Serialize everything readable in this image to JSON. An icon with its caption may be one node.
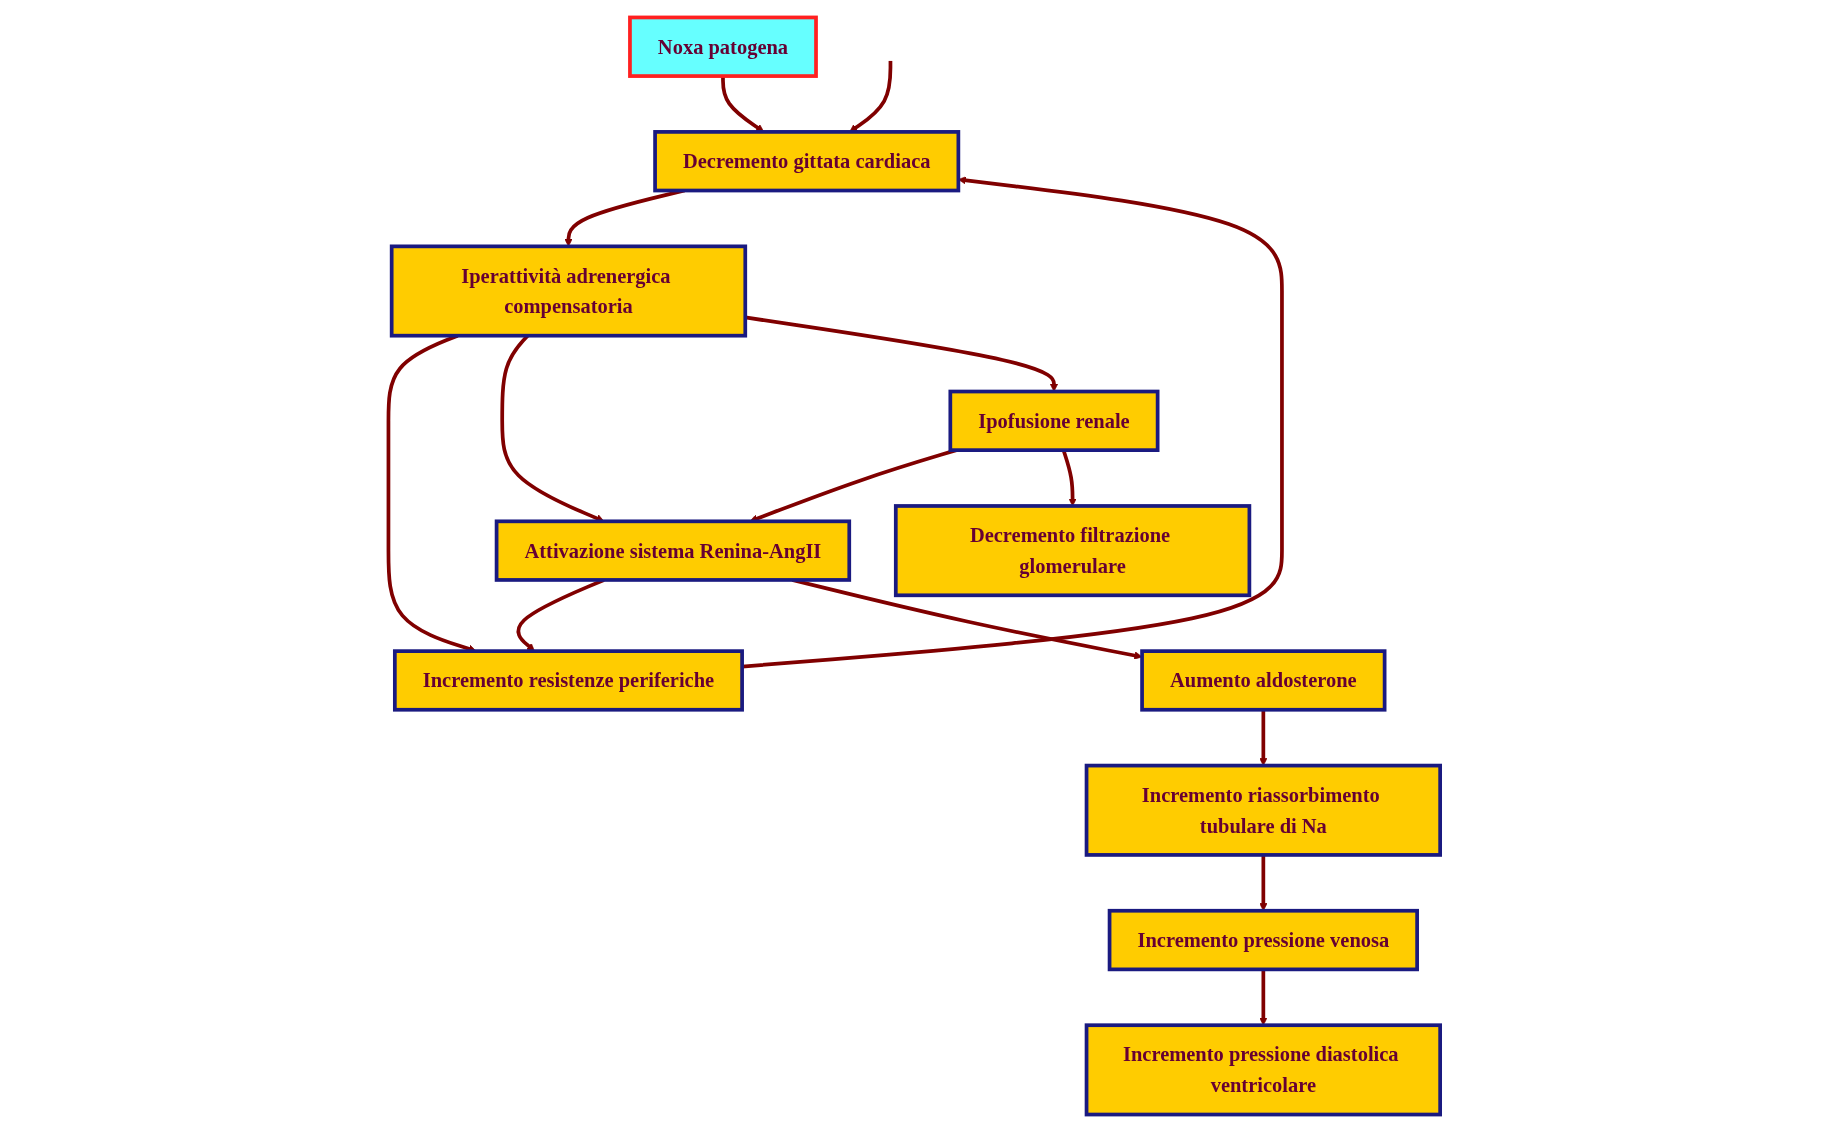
{
  "diagram": {
    "nodes": [
      {
        "text": [
          "Noxa patogena"
        ]
      },
      {
        "text": [
          "Decremento gittata cardiaca"
        ]
      },
      {
        "text": [
          "Incremento resistenze periferiche"
        ]
      },
      {
        "text": [
          "Iperattività adrenergica compensatoria"
        ]
      },
      {
        "text": [
          "Incremento pressione diastolica ventricolare"
        ]
      },
      {
        "text": [
          "Attivazione sistema Renina-AngII"
        ]
      },
      {
        "text": [
          "Ipofusione renale"
        ]
      },
      {
        "text": [
          "Decremento filtrazione glomerulare"
        ]
      },
      {
        "text": [
          "Aumento aldosterone"
        ]
      },
      {
        "text": [
          "Incremento riassorbimento tubulare di Na"
        ]
      },
      {
        "text": [
          "Incremento pressione venosa"
        ]
      }
    ],
    "edges": [
      {
        "from": 0,
        "to": 1,
        "arrow": "to"
      },
      {
        "from": 2,
        "to": 1,
        "arrow": "to"
      },
      {
        "from": null,
        "to": 1,
        "arrow": "to"
      },
      {
        "from": 1,
        "to": 3,
        "arrow": "to"
      },
      {
        "from": 3,
        "to": 2,
        "arrow": "to"
      },
      {
        "from": 3,
        "to": 5,
        "arrow": "to"
      },
      {
        "from": 3,
        "to": 6,
        "arrow": "to"
      },
      {
        "from": 10,
        "to": 4,
        "arrow": "to"
      },
      {
        "from": 5,
        "to": 2,
        "arrow": "to"
      },
      {
        "from": 6,
        "to": 5,
        "arrow": "to"
      },
      {
        "from": 6,
        "to": 7,
        "arrow": "to"
      },
      {
        "from": 5,
        "to": 8,
        "arrow": "to"
      },
      {
        "from": 8,
        "to": 9,
        "arrow": "to"
      },
      {
        "from": 9,
        "to": 10,
        "arrow": "to"
      }
    ]
  }
}
